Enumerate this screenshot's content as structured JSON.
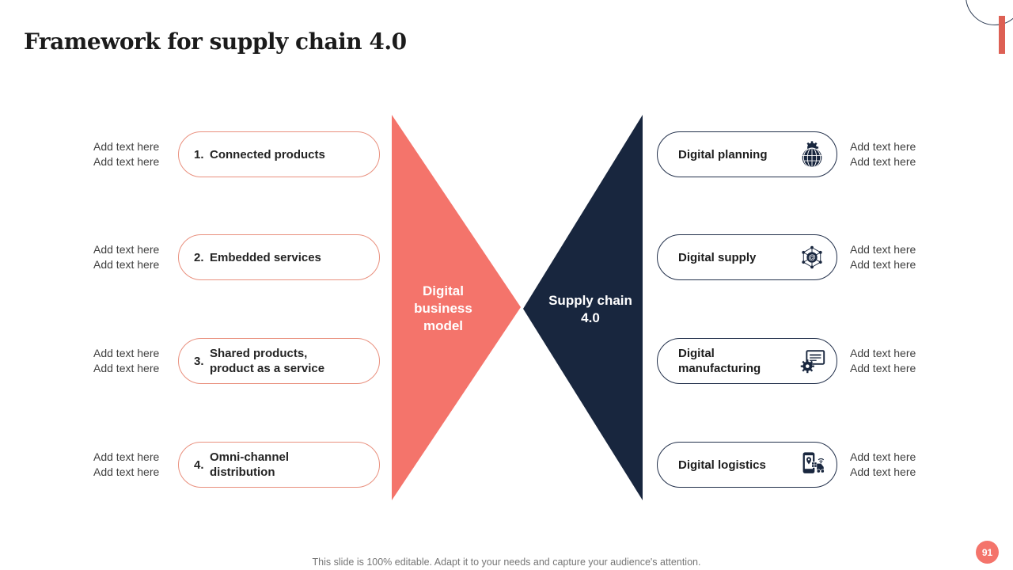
{
  "slide": {
    "title": "Framework for supply chain 4.0",
    "footer": "This slide is 100% editable. Adapt it to your needs and capture your audience's attention.",
    "page_number": "91"
  },
  "colors": {
    "salmon_fill": "#F4746B",
    "navy_fill": "#18263E",
    "salmon_pill_border": "#E9907E",
    "navy_pill_border": "#22304B",
    "accent_bar": "#DD6054"
  },
  "center": {
    "left_triangle_label": "Digital business model",
    "right_triangle_label": "Supply chain 4.0"
  },
  "left_items": [
    {
      "number": "1.",
      "label": "Connected products",
      "notes": [
        "Add text here",
        "Add text here"
      ]
    },
    {
      "number": "2.",
      "label": "Embedded services",
      "notes": [
        "Add text here",
        "Add text here"
      ]
    },
    {
      "number": "3.",
      "label": "Shared products, product as a service",
      "notes": [
        "Add text here",
        "Add text here"
      ]
    },
    {
      "number": "4.",
      "label": "Omni-channel distribution",
      "notes": [
        "Add text here",
        "Add text here"
      ]
    }
  ],
  "right_items": [
    {
      "label": "Digital planning",
      "icon": "globe-gear-icon",
      "notes": [
        "Add text here",
        "Add text here"
      ]
    },
    {
      "label": "Digital supply",
      "icon": "network-at-icon",
      "icon_glyph": "@",
      "notes": [
        "Add text here",
        "Add text here"
      ]
    },
    {
      "label": "Digital manufacturing",
      "icon": "certificate-gear-icon",
      "notes": [
        "Add text here",
        "Add text here"
      ]
    },
    {
      "label": "Digital logistics",
      "icon": "phone-truck-icon",
      "notes": [
        "Add text here",
        "Add text here"
      ]
    }
  ]
}
